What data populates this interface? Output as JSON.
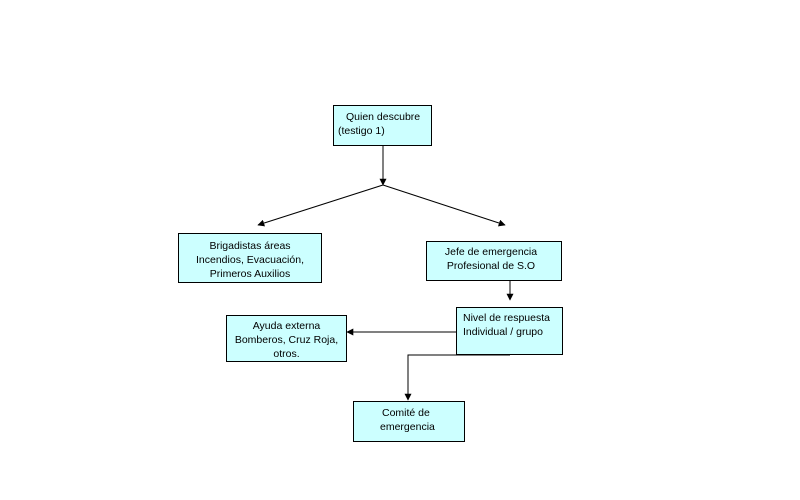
{
  "nodes": {
    "discoverer": {
      "lines": [
        "Quien descubre",
        "(testigo 1)"
      ]
    },
    "brigades": {
      "lines": [
        "Brigadistas áreas",
        "Incendios, Evacuación,",
        "Primeros Auxilios"
      ]
    },
    "chief": {
      "lines": [
        "Jefe de emergencia",
        "Profesional de S.O"
      ]
    },
    "response": {
      "lines": [
        "Nivel de respuesta",
        "Individual / grupo"
      ]
    },
    "external": {
      "lines": [
        "Ayuda externa",
        "Bomberos, Cruz Roja,",
        "otros."
      ]
    },
    "committee": {
      "lines": [
        "Comité de",
        "emergencia"
      ]
    }
  },
  "colors": {
    "box_fill": "#ccffff",
    "box_border": "#000000",
    "connector": "#000000"
  },
  "connectors": [
    {
      "from": "discoverer",
      "to": "brigades"
    },
    {
      "from": "discoverer",
      "to": "chief"
    },
    {
      "from": "chief",
      "to": "response"
    },
    {
      "from": "response",
      "to": "external"
    },
    {
      "from": "response",
      "to": "committee"
    }
  ]
}
